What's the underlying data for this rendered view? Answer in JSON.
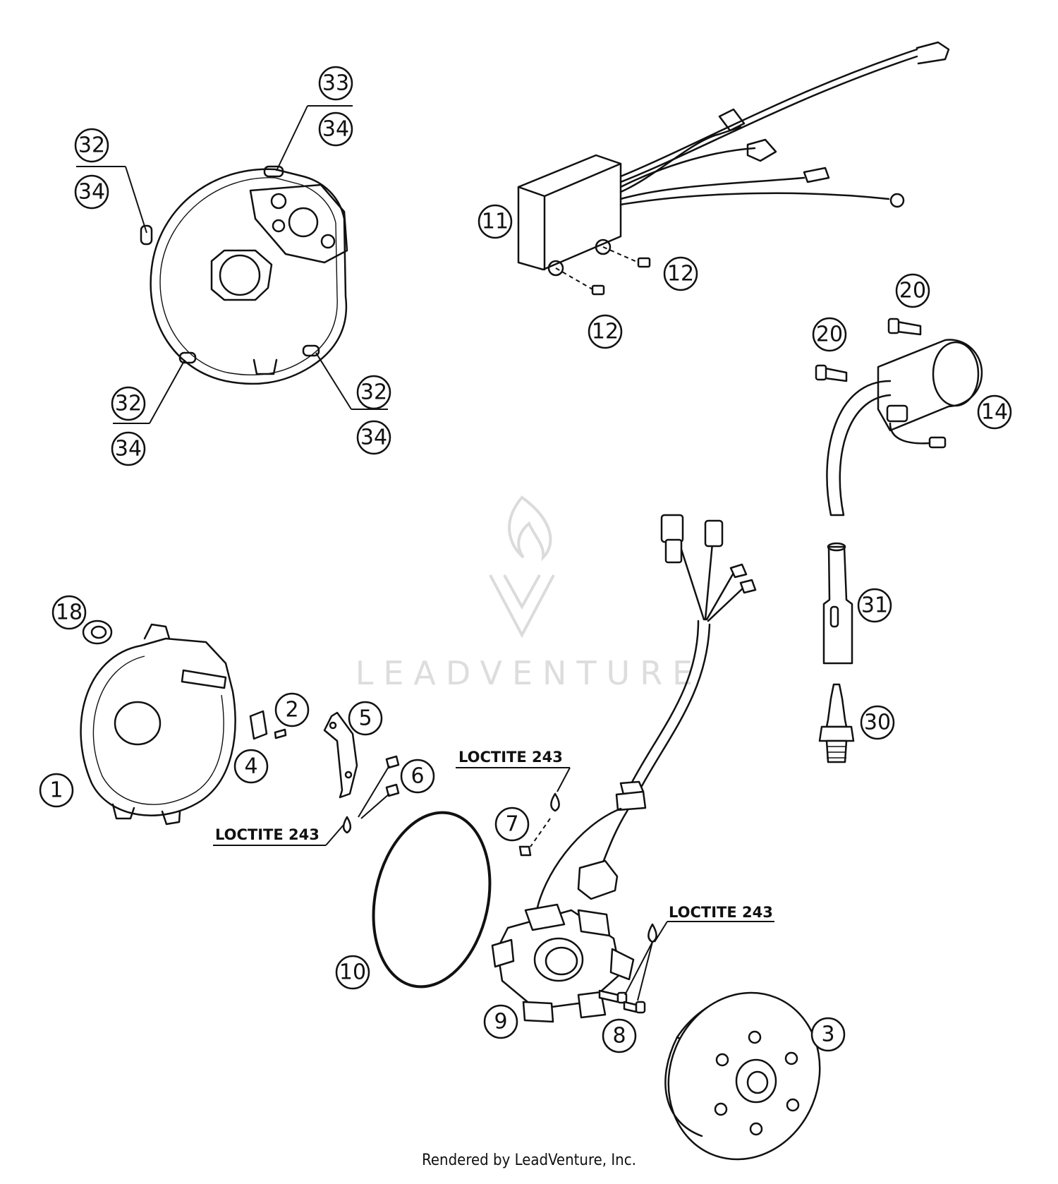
{
  "diagram": {
    "callouts": [
      {
        "id": "c32-tl",
        "label": "32",
        "ref": "c34-tl"
      },
      {
        "id": "c34-tl",
        "label": "34"
      },
      {
        "id": "c33",
        "label": "33"
      },
      {
        "id": "c34-tr",
        "label": "34"
      },
      {
        "id": "c32-bl",
        "label": "32"
      },
      {
        "id": "c34-bl",
        "label": "34"
      },
      {
        "id": "c32-br",
        "label": "32"
      },
      {
        "id": "c34-br",
        "label": "34"
      },
      {
        "id": "c11",
        "label": "11"
      },
      {
        "id": "c12-a",
        "label": "12"
      },
      {
        "id": "c12-b",
        "label": "12"
      },
      {
        "id": "c20-a",
        "label": "20"
      },
      {
        "id": "c20-b",
        "label": "20"
      },
      {
        "id": "c14",
        "label": "14"
      },
      {
        "id": "c31",
        "label": "31"
      },
      {
        "id": "c30",
        "label": "30"
      },
      {
        "id": "c18",
        "label": "18"
      },
      {
        "id": "c1",
        "label": "1"
      },
      {
        "id": "c2",
        "label": "2"
      },
      {
        "id": "c4",
        "label": "4"
      },
      {
        "id": "c5",
        "label": "5"
      },
      {
        "id": "c6",
        "label": "6"
      },
      {
        "id": "c7",
        "label": "7"
      },
      {
        "id": "c10",
        "label": "10"
      },
      {
        "id": "c9",
        "label": "9"
      },
      {
        "id": "c8",
        "label": "8"
      },
      {
        "id": "c3",
        "label": "3"
      }
    ],
    "notes": [
      {
        "id": "n1",
        "text": "LOCTITE 243"
      },
      {
        "id": "n2",
        "text": "LOCTITE 243"
      },
      {
        "id": "n3",
        "text": "LOCTITE 243"
      }
    ],
    "watermark": "LEADVENTURE"
  },
  "footer": {
    "text": "Rendered by LeadVenture, Inc."
  }
}
